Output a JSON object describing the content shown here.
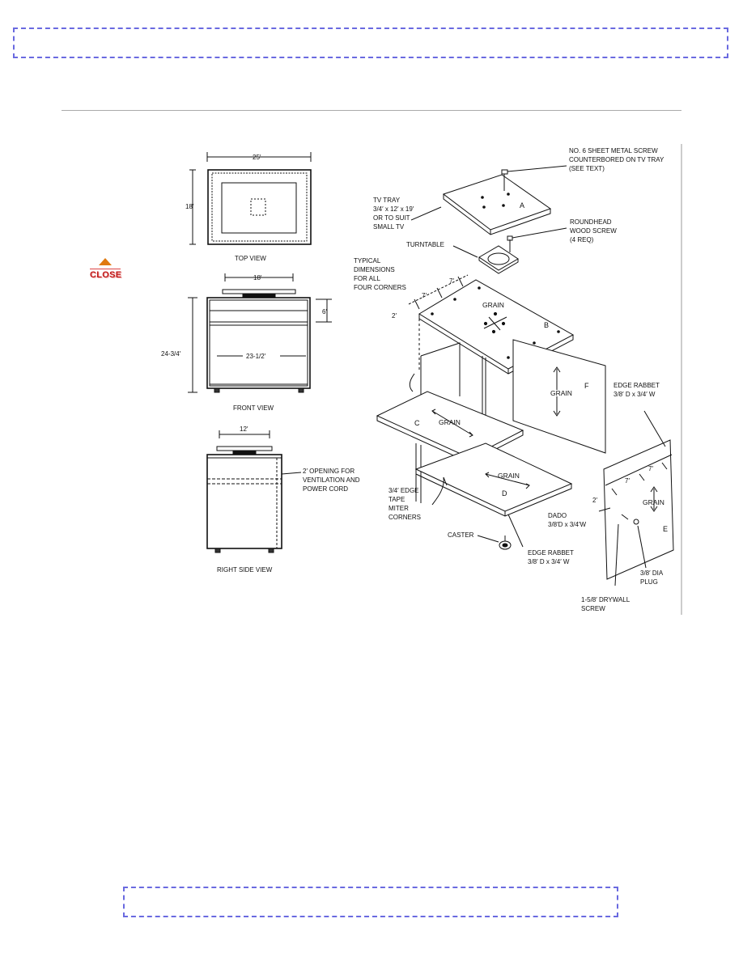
{
  "close_button": {
    "label": "CLOSE",
    "icon": "up-triangle-icon"
  },
  "views": {
    "top_caption": "TOP VIEW",
    "front_caption": "FRONT VIEW",
    "side_caption": "RIGHT SIDE VIEW",
    "dim_top_width": "25′",
    "dim_top_depth": "18′",
    "dim_front_tray": "18′",
    "dim_front_height": "24-3/4′",
    "dim_front_inner": "23-1/2′",
    "dim_front_gap": "6′",
    "dim_side_tray": "12′",
    "side_note": [
      "2′ OPENING FOR",
      "VENTILATION AND",
      "POWER CORD"
    ]
  },
  "exploded": {
    "screw_note": [
      "NO. 6 SHEET METAL SCREW",
      "COUNTERBORED ON TV TRAY",
      "(SEE TEXT)"
    ],
    "tv_tray": [
      "TV TRAY",
      "3/4′ x 12′ x 19′",
      "OR TO SUIT",
      "SMALL TV"
    ],
    "roundhead": [
      "ROUNDHEAD",
      "WOOD SCREW",
      "(4 REQ)"
    ],
    "turntable": "TURNTABLE",
    "typical": [
      "TYPICAL",
      "DIMENSIONS",
      "FOR ALL",
      "FOUR CORNERS"
    ],
    "dim_7a": "7′",
    "dim_7b": "7′",
    "dim_2": "2′",
    "edge_rabbet_right": [
      "EDGE RABBET",
      "3/8′ D x 3/4′ W"
    ],
    "edge_rabbet_bottom": [
      "EDGE RABBET",
      "3/8′ D x 3/4′ W"
    ],
    "edge_tape": [
      "3/4′ EDGE",
      "TAPE",
      "MITER",
      "CORNERS"
    ],
    "caster": "CASTER",
    "dado": [
      "DADO",
      "3/8′D x 3/4′W"
    ],
    "plug": [
      "3/8′ DIA",
      "PLUG"
    ],
    "drywall": [
      "1-5/8′ DRYWALL",
      "SCREW"
    ],
    "panel_e_dims": [
      "2′",
      "7′",
      "7′"
    ],
    "grain": "GRAIN",
    "parts": {
      "a": "A",
      "b": "B",
      "c": "C",
      "d": "D",
      "e": "E",
      "f": "F"
    }
  }
}
